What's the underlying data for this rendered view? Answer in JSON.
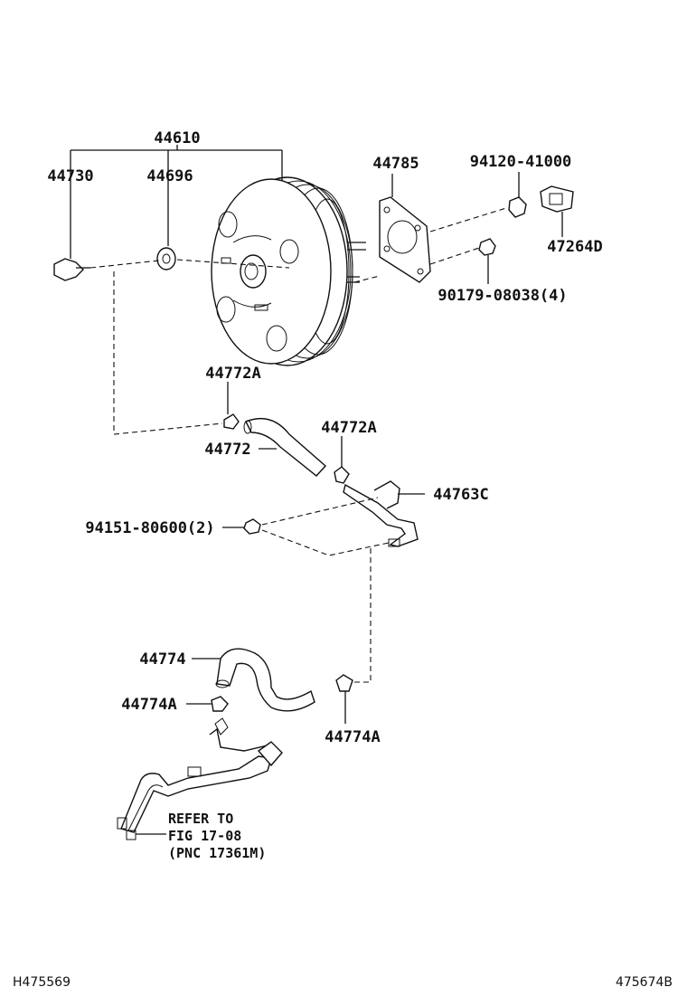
{
  "labels": {
    "booster": "44610",
    "pin": "44730",
    "grommet": "44696",
    "gasket": "44785",
    "nut_top": "94120-41000",
    "bracket": "47264D",
    "nut_lower": "90179-08038(4)",
    "clip_upper": "44772A",
    "hose_upper": "44772",
    "clip_upper_right": "44772A",
    "pipe_bracket": "44763C",
    "bolt": "94151-80600(2)",
    "hose_lower": "44774",
    "clip_lower_left": "44774A",
    "clip_lower_right": "44774A",
    "refer_line1": "REFER TO",
    "refer_line2": "FIG 17-08",
    "refer_line3": "(PNC 17361M)"
  },
  "footer": {
    "left_id": "H475569",
    "right_id": "475674B"
  }
}
